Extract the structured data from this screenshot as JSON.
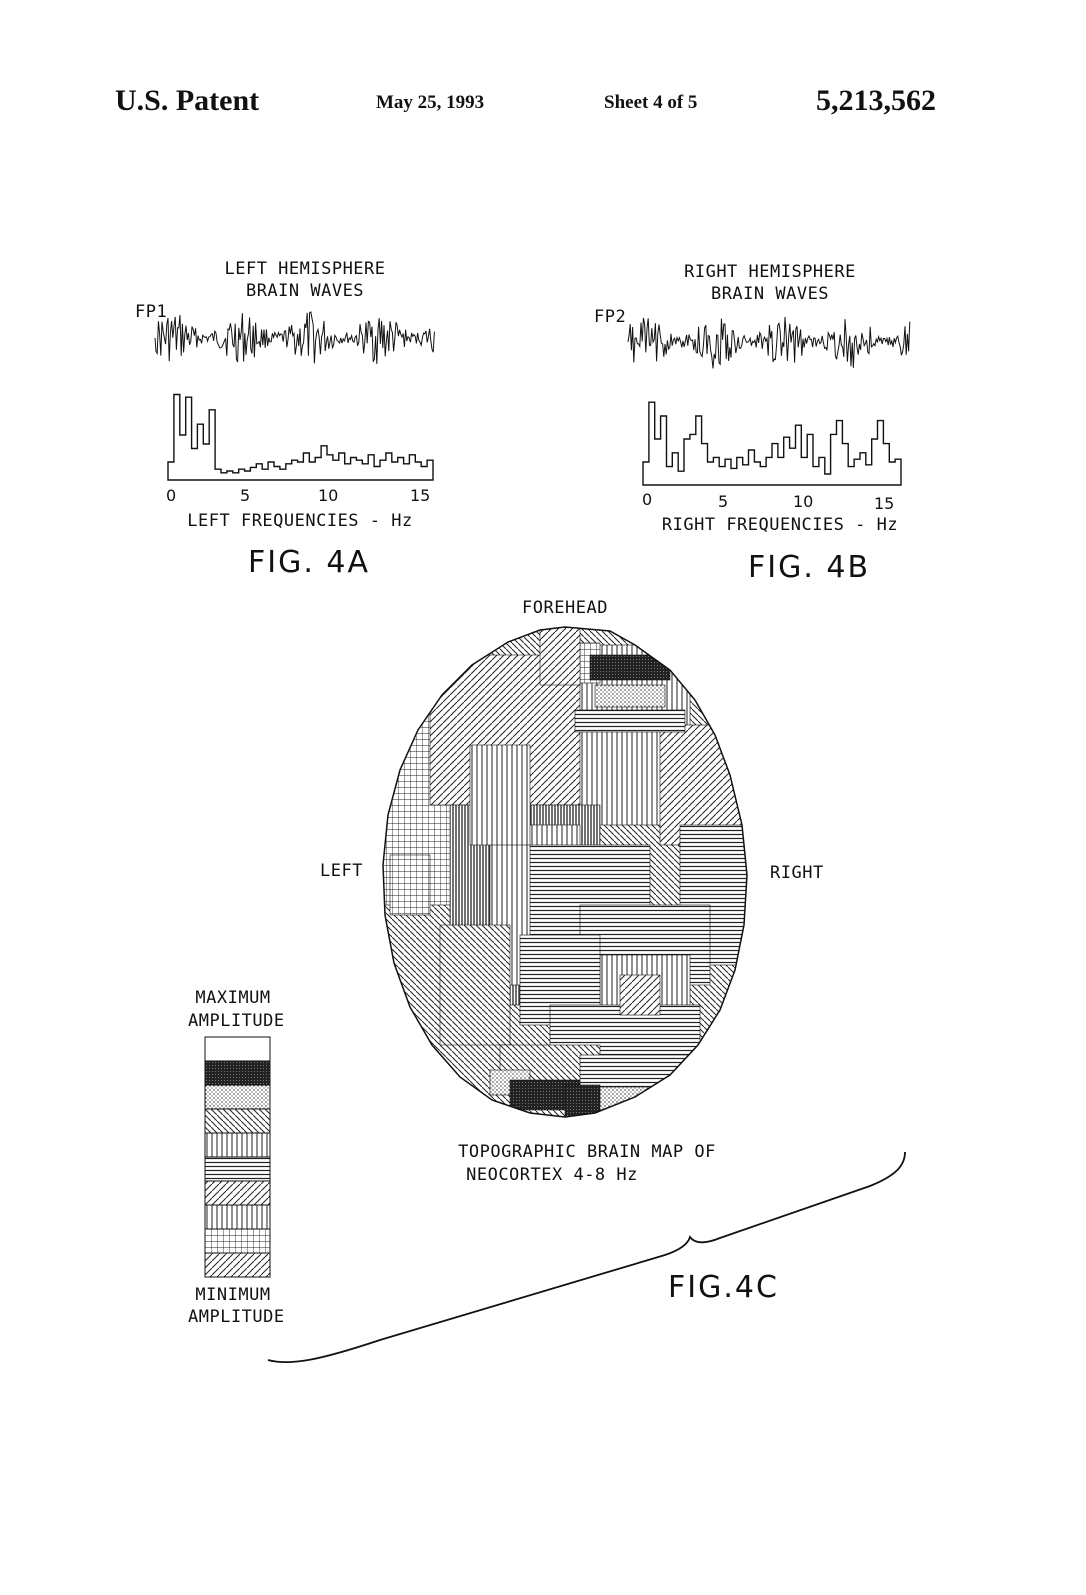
{
  "header": {
    "patent_label": "U.S. Patent",
    "date": "May 25, 1993",
    "sheet": "Sheet 4 of 5",
    "patent_number": "5,213,562"
  },
  "fig4a": {
    "title_line1": "LEFT HEMISPHERE",
    "title_line2": "BRAIN WAVES",
    "channel": "FP1",
    "ticks": [
      "0",
      "5",
      "10",
      "15"
    ],
    "axis_label": "LEFT FREQUENCIES - Hz",
    "caption": "FIG. 4A"
  },
  "fig4b": {
    "title_line1": "RIGHT HEMISPHERE",
    "title_line2": "BRAIN WAVES",
    "channel": "FP2",
    "ticks": [
      "0",
      "5",
      "10",
      "15"
    ],
    "axis_label": "RIGHT FREQUENCIES - Hz",
    "caption": "FIG. 4B"
  },
  "fig4c": {
    "top_label": "FOREHEAD",
    "left_label": "LEFT",
    "right_label": "RIGHT",
    "legend_max_line1": "MAXIMUM",
    "legend_max_line2": "AMPLITUDE",
    "legend_min_line1": "MINIMUM",
    "legend_min_line2": "AMPLITUDE",
    "map_title_line1": "TOPOGRAPHIC BRAIN MAP OF",
    "map_title_line2": "NEOCORTEX 4-8 Hz",
    "caption": "FIG.4C"
  }
}
